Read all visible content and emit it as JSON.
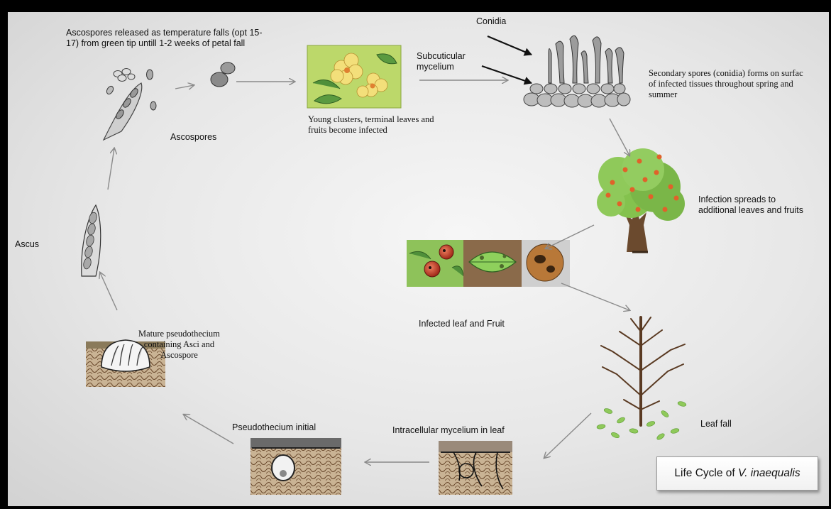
{
  "labels": {
    "ascospores_released": "Ascospores released as temperature falls (opt 15-\n17)  from green tip untill 1-2 weeks of petal fall",
    "conidia": "Conidia",
    "subcuticular": "Subcuticular\nmycelium",
    "secondary_spores": "Secondary spores (conidia) forms on surfac\nof infected tissues throughout spring and\nsummer",
    "young_clusters": "Young clusters,  terminal leaves  and\nfruits become infected",
    "ascospores": "Ascospores",
    "infection_spreads": "Infection spreads to\nadditional leaves and fruits",
    "ascus": "Ascus",
    "infected_leaf_fruit": "Infected leaf and Fruit",
    "mature_pseudothecium": "Mature pseudothecium\ncontaining Asci and\nAscospore",
    "leaf_fall": "Leaf fall",
    "pseudothecium_initial": "Pseudothecium  initial",
    "intracellular": "Intracellular mycelium  in leaf"
  },
  "title": {
    "prefix": "Life Cycle of ",
    "species": "V. inaequalis"
  },
  "colors": {
    "arrow": "#8a8a8a",
    "black_arrow": "#111111",
    "leaf": "#7ab648",
    "fruit": "#e0622a",
    "bark": "#6b4a2e"
  }
}
